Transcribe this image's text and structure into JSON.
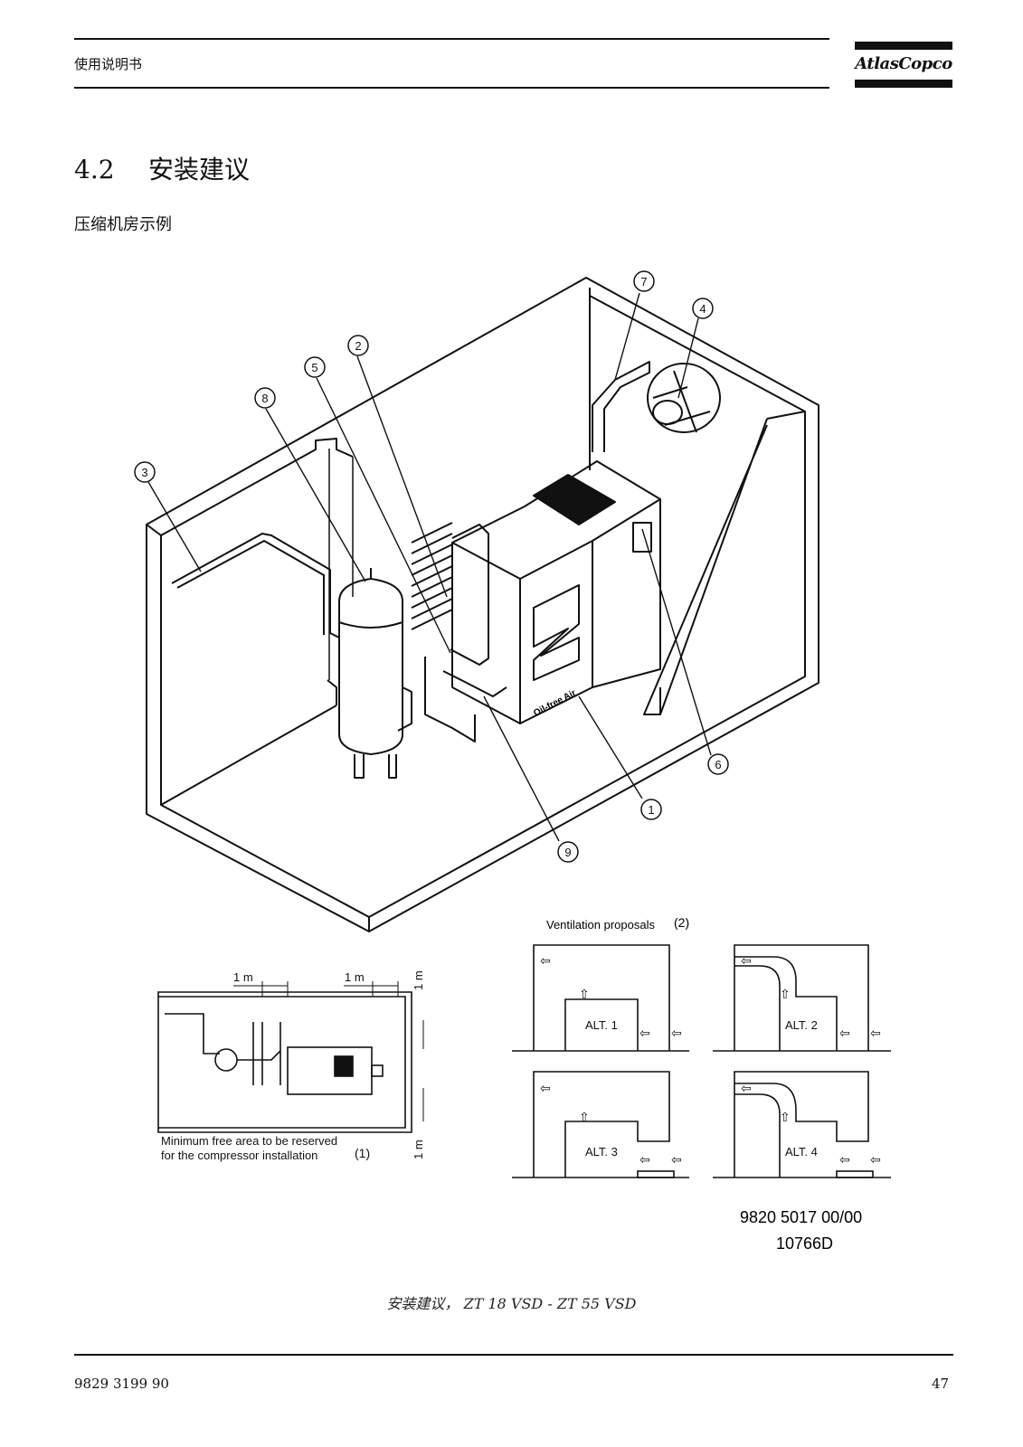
{
  "header": {
    "doc_title": "使用说明书",
    "logo_text": "AtlasCopco"
  },
  "section": {
    "number": "4.2",
    "title": "安装建议"
  },
  "subtitle": "压缩机房示例",
  "figure": {
    "callouts": [
      "1",
      "2",
      "3",
      "4",
      "5",
      "6",
      "7",
      "8",
      "9"
    ],
    "unit_front_label": "Oil-free Air",
    "ventilation_title": "Ventilation proposals",
    "ventilation_ref": "(2)",
    "alt_labels": [
      "ALT. 1",
      "ALT. 2",
      "ALT. 3",
      "ALT. 4"
    ],
    "clearance_label": "1 m",
    "min_area_line1": "Minimum free area to be reserved",
    "min_area_line2": "for the compressor installation",
    "min_area_ref": "(1)",
    "drawing_number": "9820 5017 00/00",
    "drawing_code": "10766D"
  },
  "caption": "安装建议， ZT 18 VSD - ZT 55 VSD",
  "footer": {
    "doc_number": "9829 3199 90",
    "page_number": "47"
  }
}
